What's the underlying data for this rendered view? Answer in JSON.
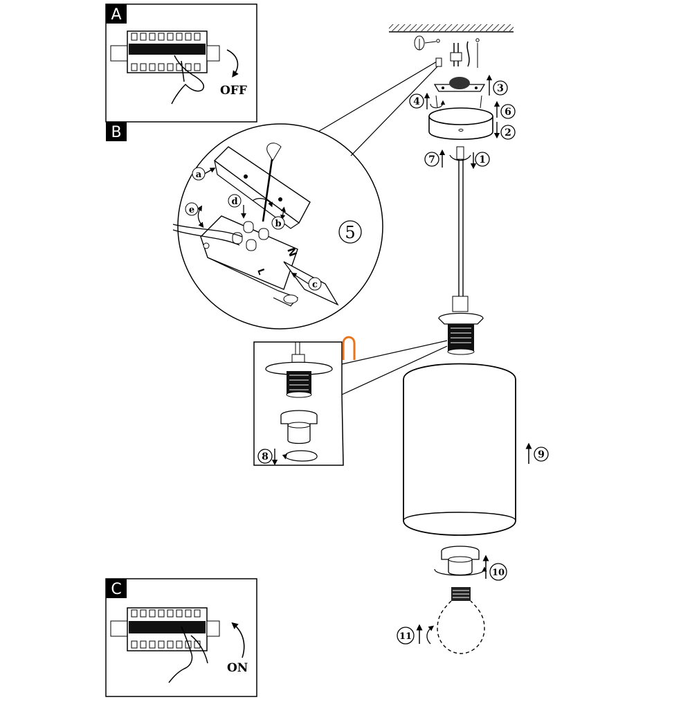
{
  "panels": {
    "a": {
      "letter": "A",
      "action": "OFF"
    },
    "b": {
      "letter": "B"
    },
    "c": {
      "letter": "C",
      "action": "ON"
    }
  },
  "detail": {
    "number": "5",
    "letters": [
      "a",
      "b",
      "c",
      "d",
      "e"
    ],
    "terminal_marks": [
      "N",
      "L"
    ]
  },
  "steps": [
    "1",
    "2",
    "3",
    "4",
    "6",
    "7",
    "8",
    "9",
    "10",
    "11"
  ],
  "colors": {
    "line": "#000000",
    "accent_orange": "#e8741e"
  }
}
